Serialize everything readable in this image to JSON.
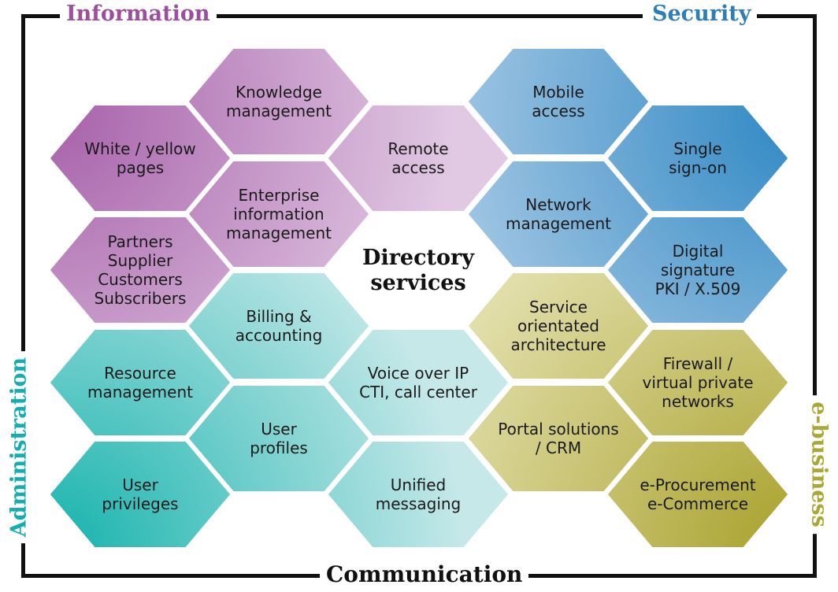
{
  "diagram": {
    "corners": {
      "information": {
        "label": "Information",
        "color": "#9b4f9e"
      },
      "security": {
        "label": "Security",
        "color": "#2f7fb5"
      },
      "administration": {
        "label": "Administration",
        "color": "#15aeb0"
      },
      "ebusiness": {
        "label": "e-business",
        "color": "#a8a834"
      },
      "communication": {
        "label": "Communication",
        "color": "#111111"
      }
    },
    "center": {
      "label": "Directory\nservices"
    },
    "colors": {
      "purple": "#a65fa9",
      "purple_light": "#e1c9e3",
      "blue": "#2f88c4",
      "blue_light": "#b4d0e8",
      "teal": "#16b3ad",
      "teal_light": "#c6e8e9",
      "olive": "#a8a02a",
      "olive_light": "#e4e1b0",
      "center": "#ffffff"
    },
    "hexagons": [
      {
        "id": "knowledge-management",
        "label": "Knowledge\nmanagement"
      },
      {
        "id": "mobile-access",
        "label": "Mobile\naccess"
      },
      {
        "id": "white-yellow-pages",
        "label": "White / yellow\npages"
      },
      {
        "id": "remote-access",
        "label": "Remote\naccess"
      },
      {
        "id": "single-sign-on",
        "label": "Single\nsign-on"
      },
      {
        "id": "enterprise-information-management",
        "label": "Enterprise\ninformation\nmanagement"
      },
      {
        "id": "network-management",
        "label": "Network\nmanagement"
      },
      {
        "id": "partners-supplier",
        "label": "Partners\nSupplier\nCustomers\nSubscribers"
      },
      {
        "id": "digital-signature",
        "label": "Digital\nsignature\nPKI / X.509"
      },
      {
        "id": "billing-accounting",
        "label": "Billing &\naccounting"
      },
      {
        "id": "service-orientated-architecture",
        "label": "Service\norientated\narchitecture"
      },
      {
        "id": "resource-management",
        "label": "Resource\nmanagement"
      },
      {
        "id": "voice-over-ip",
        "label": "Voice over IP\nCTI, call center"
      },
      {
        "id": "firewall-vpn",
        "label": "Firewall /\nvirtual private\nnetworks"
      },
      {
        "id": "user-profiles",
        "label": "User\nprofiles"
      },
      {
        "id": "portal-solutions",
        "label": "Portal solutions\n/ CRM"
      },
      {
        "id": "user-privileges",
        "label": "User\nprivileges"
      },
      {
        "id": "unified-messaging",
        "label": "Unified\nmessaging"
      },
      {
        "id": "e-procurement",
        "label": "e-Procurement\ne-Commerce"
      }
    ]
  }
}
